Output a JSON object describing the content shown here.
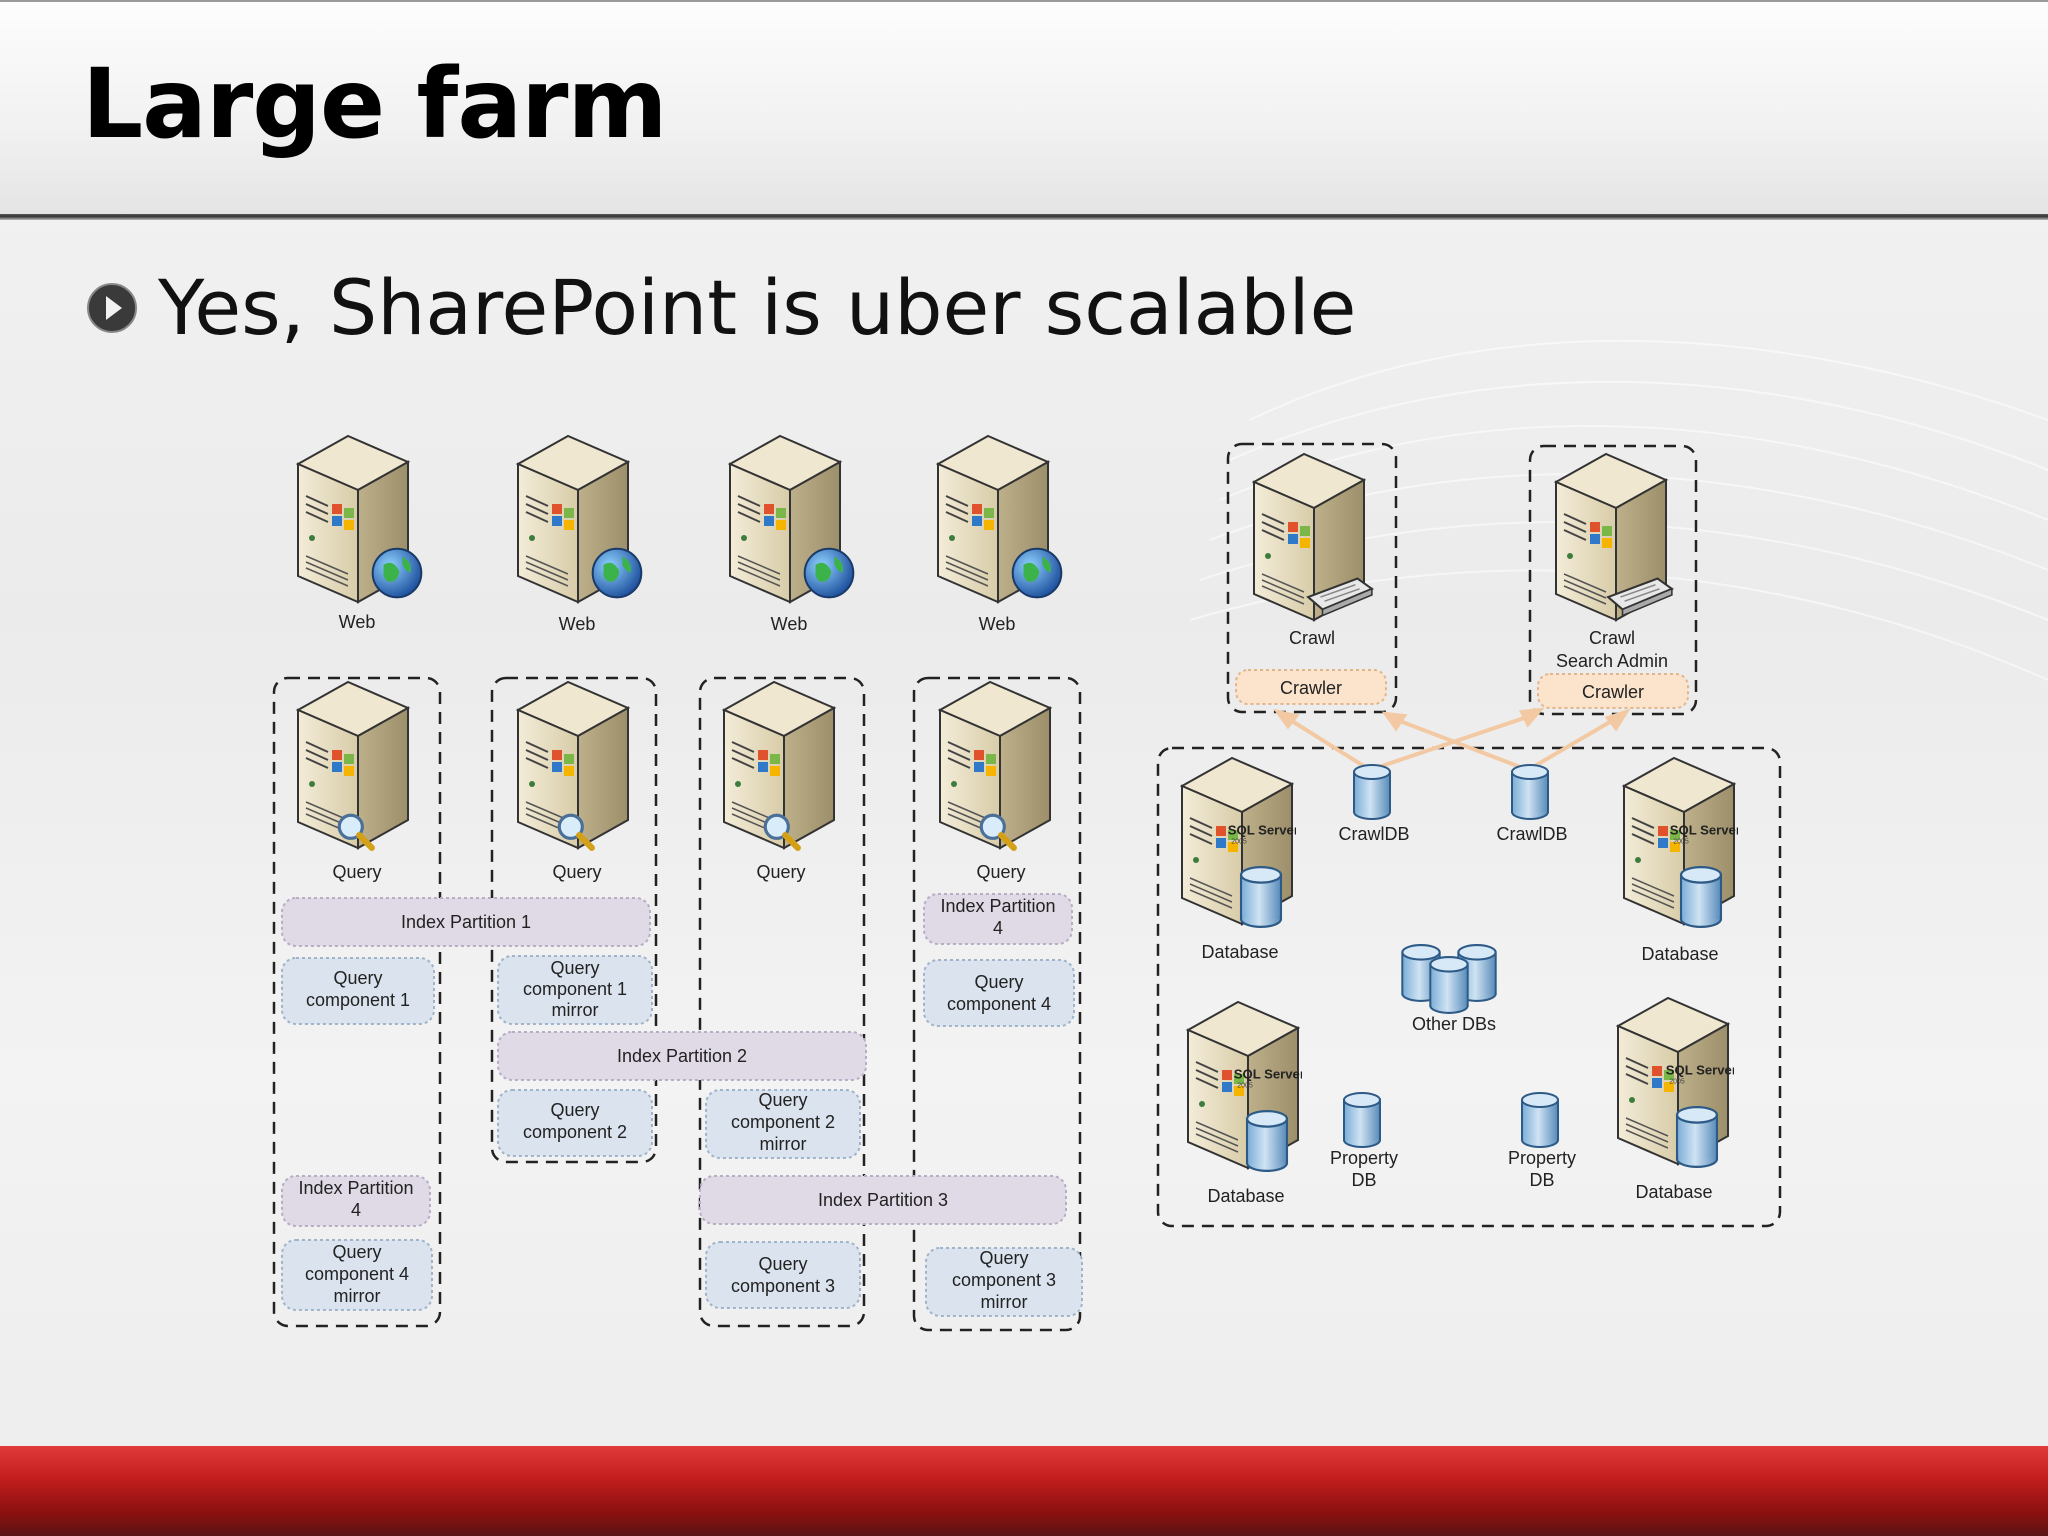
{
  "slide": {
    "title": "Large farm",
    "bullet": "Yes, SharePoint is uber scalable"
  },
  "diagram": {
    "web_servers": [
      {
        "label": "Web"
      },
      {
        "label": "Web"
      },
      {
        "label": "Web"
      },
      {
        "label": "Web"
      }
    ],
    "query_servers": [
      {
        "label": "Query"
      },
      {
        "label": "Query"
      },
      {
        "label": "Query"
      },
      {
        "label": "Query"
      }
    ],
    "index_partitions": {
      "p1": "Index Partition 1",
      "p2": "Index Partition 2",
      "p3": "Index Partition 3",
      "p4_line1": "Index Partition",
      "p4_line2": "4"
    },
    "query_components": {
      "qc1": [
        "Query",
        "component 1"
      ],
      "qc1m": [
        "Query",
        "component 1",
        "mirror"
      ],
      "qc2": [
        "Query",
        "component 2"
      ],
      "qc2m": [
        "Query",
        "component 2",
        "mirror"
      ],
      "qc3": [
        "Query",
        "component 3"
      ],
      "qc3m": [
        "Query",
        "component 3",
        "mirror"
      ],
      "qc4": [
        "Query",
        "component 4"
      ],
      "qc4m": [
        "Query",
        "component 4",
        "mirror"
      ]
    },
    "crawl_servers": [
      {
        "label": "Crawl",
        "role": "Crawler"
      },
      {
        "label_line1": "Crawl",
        "label_line2": "Search Admin",
        "role": "Crawler"
      }
    ],
    "crawl_dbs": [
      "CrawlDB",
      "CrawlDB"
    ],
    "db_servers": [
      "Database",
      "Database",
      "Database",
      "Database"
    ],
    "sql_badge": "SQL Server",
    "other_dbs": "Other DBs",
    "property_dbs": [
      [
        "Property",
        "DB"
      ],
      [
        "Property",
        "DB"
      ]
    ]
  },
  "colors": {
    "partition_fill": "#e0d9e6",
    "component_fill": "#dbe4ee",
    "crawler_fill": "#fbe3cc",
    "arrow": "#f3c9a3",
    "footer": "#c41e1e"
  }
}
